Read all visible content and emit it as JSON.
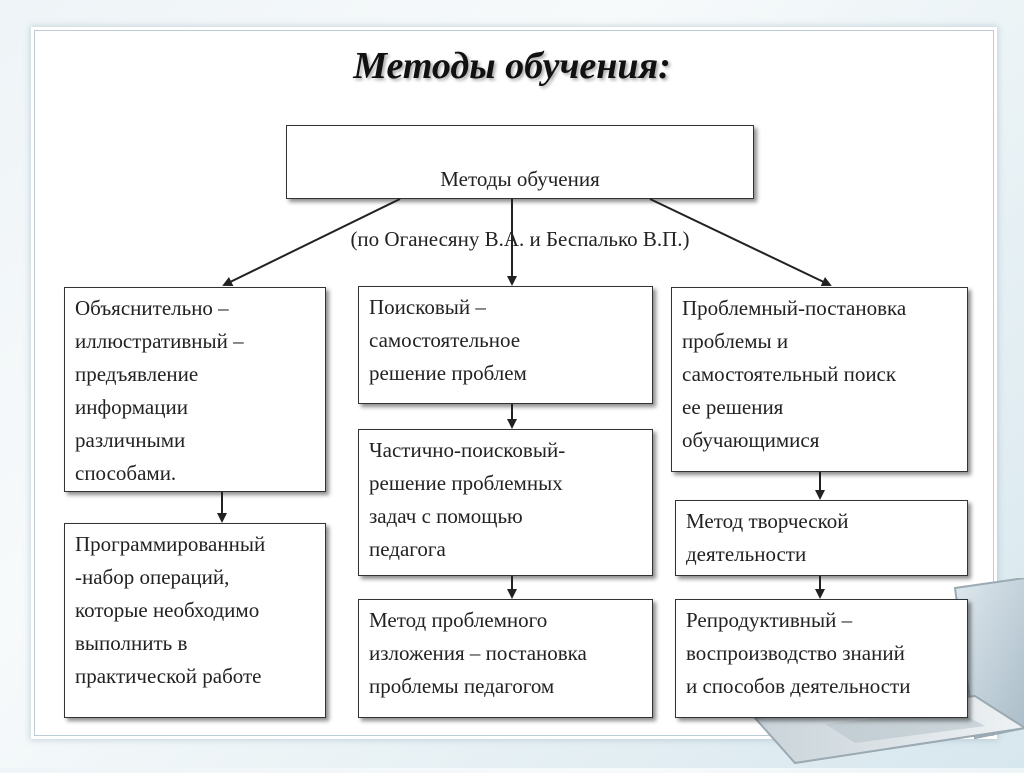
{
  "title": "Методы обучения:",
  "root": {
    "line1": "Методы обучения",
    "line2": "(по Оганесяну В.А. и Беспалько В.П.)"
  },
  "columns": [
    {
      "boxes": [
        "Объяснительно –\nиллюстративный –\nпредъявление\nинформации\nразличными\nспособами.",
        "Программированный\n-набор операций,\nкоторые необходимо\nвыполнить в\nпрактической работе"
      ]
    },
    {
      "boxes": [
        "Поисковый –\nсамостоятельное\nрешение проблем",
        "Частично-поисковый-\nрешение проблемных\nзадач с помощью\nпедагога",
        "Метод проблемного\nизложения – постановка\nпроблемы педагогом"
      ]
    },
    {
      "boxes": [
        "Проблемный-постановка\nпроблемы и\nсамостоятельный поиск\nее решения\nобучающимися",
        "Метод творческой\nдеятельности",
        "Репродуктивный –\nвоспроизводство знаний\nи способов деятельности"
      ]
    }
  ],
  "colors": {
    "border": "#333333",
    "arrow": "#222222",
    "text": "#222222"
  }
}
